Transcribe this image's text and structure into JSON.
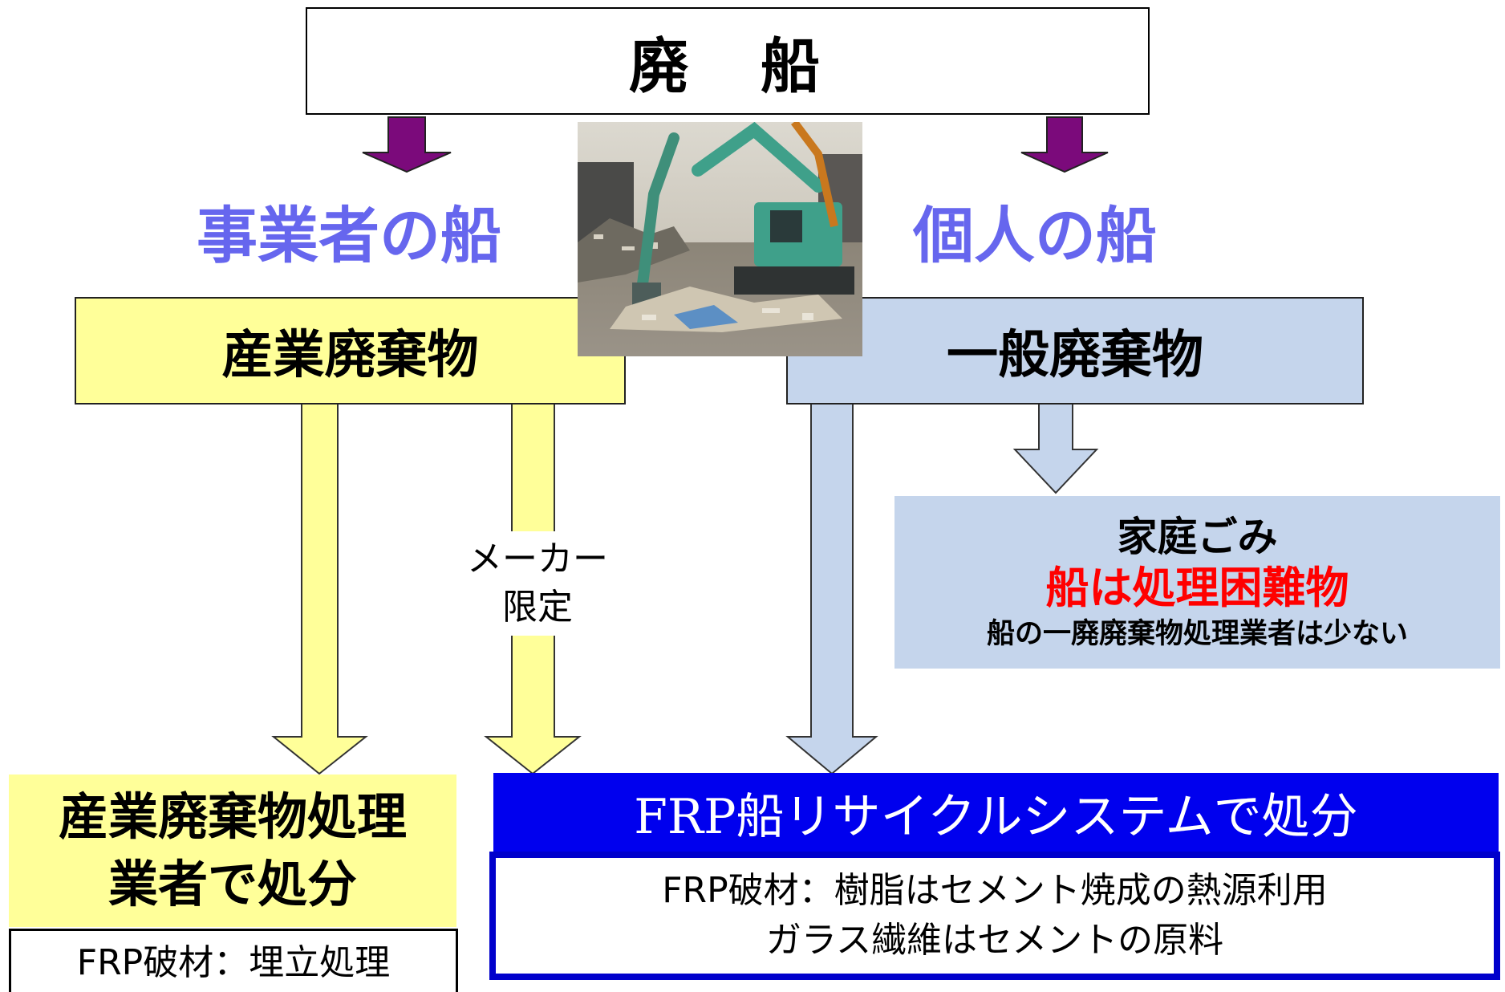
{
  "title": "廃　船",
  "categories": {
    "business": "事業者の船",
    "personal": "個人の船"
  },
  "boxes": {
    "industrial_waste": "産業廃棄物",
    "general_waste": "一般廃棄物"
  },
  "household": {
    "line1": "家庭ごみ",
    "line2": "船は処理困難物",
    "line3": "船の一廃廃棄物処理業者は少ない"
  },
  "maker": {
    "line1": "メーカー",
    "line2": "限定"
  },
  "industrial_processing": {
    "line1": "産業廃棄物処理",
    "line2": "業者で処分",
    "note": "FRP破材：埋立処理"
  },
  "frp_system": {
    "title": "FRP船リサイクルシステムで処分",
    "line1": "FRP破材：樹脂はセメント焼成の熱源利用",
    "line2": "ガラス繊維はセメントの原料"
  },
  "colors": {
    "category_text": "#6666ee",
    "purple_arrow": "#7b0a7b",
    "yellow_fill": "#ffff99",
    "light_blue_fill": "#c5d5ec",
    "system_blue": "#0000ee",
    "warning_red": "#ff0000"
  }
}
